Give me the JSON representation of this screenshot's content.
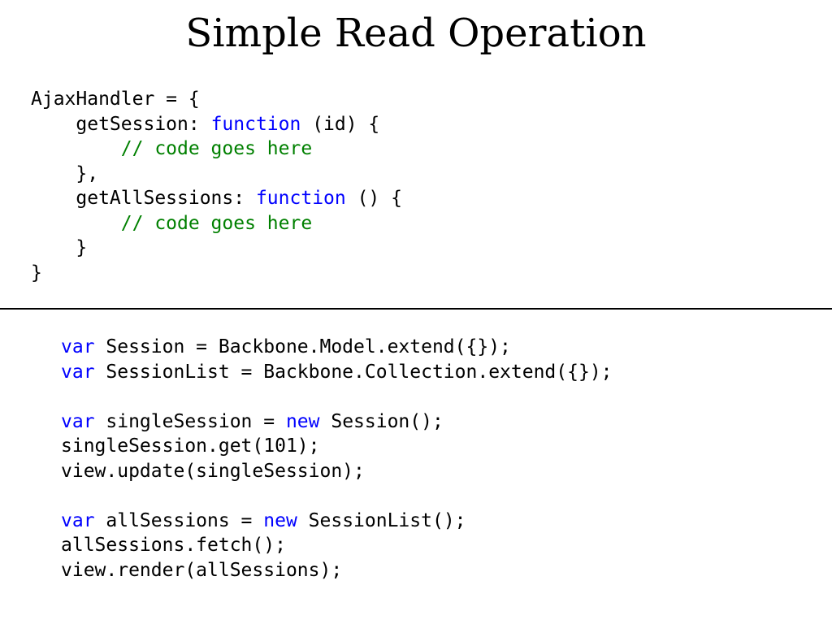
{
  "slide": {
    "title": "Simple Read Operation"
  },
  "colors": {
    "keyword": "#0000ff",
    "comment": "#008000",
    "text": "#000000",
    "divider": "#000000",
    "background": "#ffffff"
  },
  "code_blocks": {
    "ajax_handler": [
      [
        {
          "t": "AjaxHandler = {"
        }
      ],
      [
        {
          "t": "    getSession: "
        },
        {
          "t": "function",
          "k": "kw"
        },
        {
          "t": " (id) {"
        }
      ],
      [
        {
          "t": "        "
        },
        {
          "t": "// code goes here",
          "k": "cm"
        }
      ],
      [
        {
          "t": "    },"
        }
      ],
      [
        {
          "t": "    getAllSessions: "
        },
        {
          "t": "function",
          "k": "kw"
        },
        {
          "t": " () {"
        }
      ],
      [
        {
          "t": "        "
        },
        {
          "t": "// code goes here",
          "k": "cm"
        }
      ],
      [
        {
          "t": "    }"
        }
      ],
      [
        {
          "t": "}"
        }
      ]
    ],
    "backbone": [
      [
        {
          "t": "var",
          "k": "kw"
        },
        {
          "t": " Session = Backbone.Model.extend({});"
        }
      ],
      [
        {
          "t": "var",
          "k": "kw"
        },
        {
          "t": " SessionList = Backbone.Collection.extend({});"
        }
      ],
      [],
      [
        {
          "t": "var",
          "k": "kw"
        },
        {
          "t": " singleSession = "
        },
        {
          "t": "new",
          "k": "kw"
        },
        {
          "t": " Session();"
        }
      ],
      [
        {
          "t": "singleSession.get(101);"
        }
      ],
      [
        {
          "t": "view.update(singleSession);"
        }
      ],
      [],
      [
        {
          "t": "var",
          "k": "kw"
        },
        {
          "t": " allSessions = "
        },
        {
          "t": "new",
          "k": "kw"
        },
        {
          "t": " SessionList();"
        }
      ],
      [
        {
          "t": "allSessions.fetch();"
        }
      ],
      [
        {
          "t": "view.render(allSessions);"
        }
      ]
    ]
  }
}
